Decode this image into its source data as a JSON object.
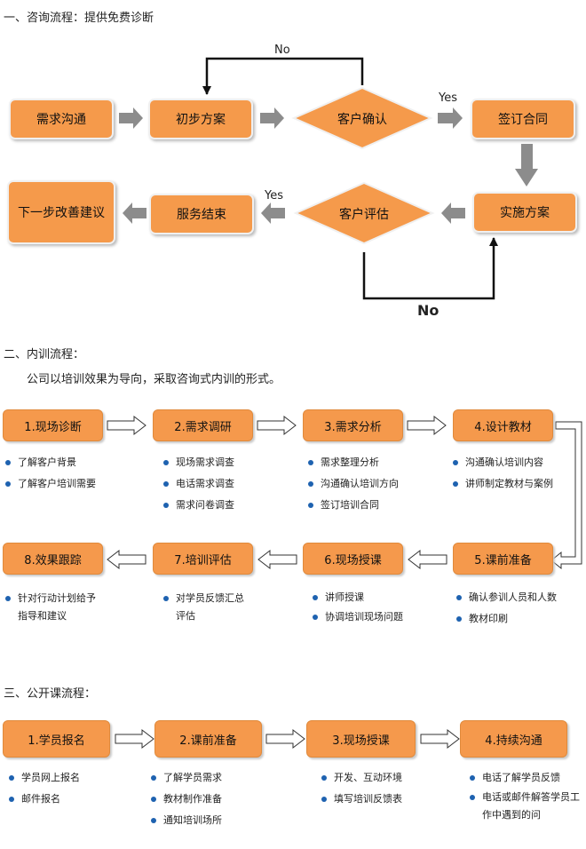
{
  "sections": {
    "s1": {
      "heading": "一、咨询流程：提供免费诊断",
      "nodes": {
        "demand": "需求沟通",
        "plan": "初步方案",
        "confirm": "客户确认",
        "contract": "签订合同",
        "implement": "实施方案",
        "evaluate": "客户评估",
        "end": "服务结束",
        "next": "下一步改善建议"
      },
      "labels": {
        "no_top": "No",
        "yes_top": "Yes",
        "yes_bottom": "Yes",
        "no_bottom": "No"
      }
    },
    "s2": {
      "heading": "二、内训流程：",
      "intro": "公司以培训效果为导向，采取咨询式内训的形式。",
      "steps": [
        {
          "label": "1.现场诊断",
          "items": [
            "了解客户背景",
            "了解客户培训需要"
          ]
        },
        {
          "label": "2.需求调研",
          "items": [
            "现场需求调查",
            "电话需求调查",
            "需求问卷调查"
          ]
        },
        {
          "label": "3.需求分析",
          "items": [
            "需求整理分析",
            "沟通确认培训方向",
            "签订培训合同"
          ]
        },
        {
          "label": "4.设计教材",
          "items": [
            "沟通确认培训内容",
            "讲师制定教材与案例"
          ]
        },
        {
          "label": "5.课前准备",
          "items": [
            "确认参训人员和人数",
            "教材印刷"
          ]
        },
        {
          "label": "6.现场授课",
          "items": [
            "讲师授课",
            "协调培训现场问题"
          ]
        },
        {
          "label": "7.培训评估",
          "items": [
            "对学员反馈汇总评估"
          ]
        },
        {
          "label": "8.效果跟踪",
          "items": [
            "针对行动计划给予指导和建议"
          ]
        }
      ]
    },
    "s3": {
      "heading": "三、公开课流程：",
      "steps": [
        {
          "label": "1.学员报名",
          "items": [
            "学员网上报名",
            "邮件报名"
          ]
        },
        {
          "label": "2.课前准备",
          "items": [
            "了解学员需求",
            "教材制作准备",
            "通知培训场所"
          ]
        },
        {
          "label": "3.现场授课",
          "items": [
            "开发、互动环境",
            "填写培训反馈表"
          ]
        },
        {
          "label": "4.持续沟通",
          "items": [
            "电话了解学员反馈",
            "电话或邮件解答学员工作中遇到的问"
          ]
        }
      ]
    }
  },
  "colors": {
    "box_fill": "#f59a4b",
    "arrow_gray": "#8c8c8c",
    "bullet": "#1e62b0"
  }
}
